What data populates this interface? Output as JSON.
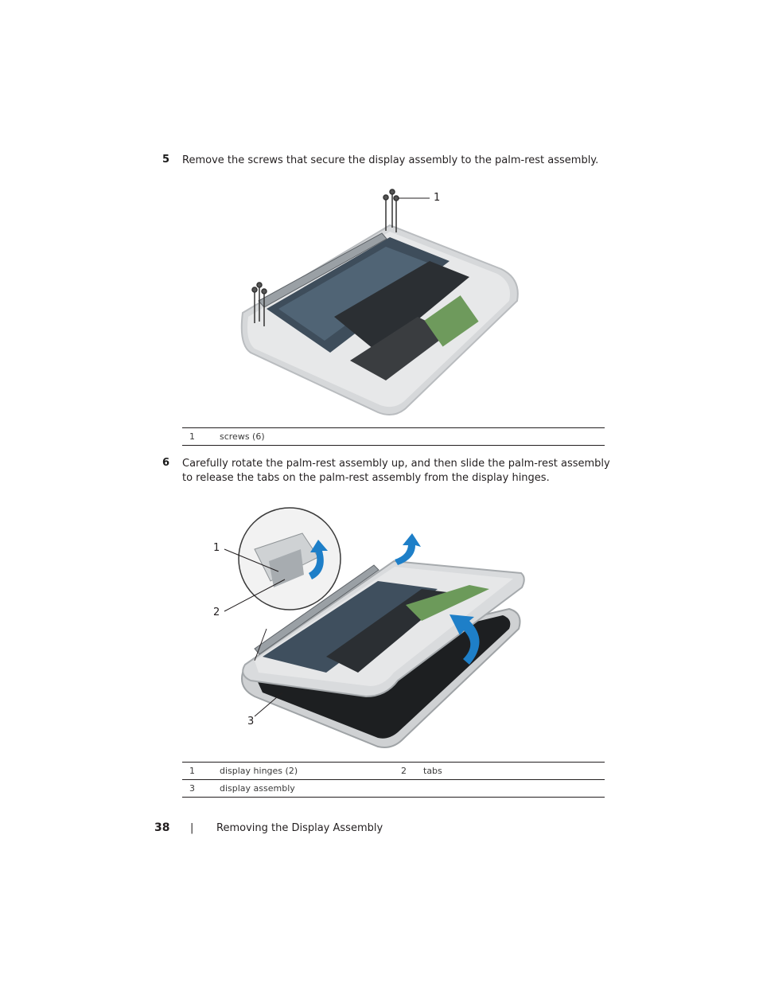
{
  "step5": {
    "number": "5",
    "text": "Remove the screws that secure the display assembly to the palm-rest assembly.",
    "figure_callouts": [
      "1"
    ],
    "legend": [
      {
        "num": "1",
        "label": "screws (6)"
      }
    ]
  },
  "step6": {
    "number": "6",
    "text_line1": "Carefully rotate the palm-rest assembly up, and then slide the palm-rest assembly",
    "text_line2": "to release the tabs on the palm-rest assembly from the display hinges.",
    "figure_callouts": [
      "1",
      "2",
      "3"
    ],
    "legend": [
      {
        "num": "1",
        "label": "display hinges (2)",
        "num2": "2",
        "label2": "tabs"
      },
      {
        "num": "3",
        "label": "display assembly"
      }
    ]
  },
  "footer": {
    "page_number": "38",
    "separator": "|",
    "section": "Removing the Display Assembly"
  },
  "colors": {
    "text": "#231f20",
    "arrow_blue": "#1e7fc8",
    "chassis": "#cfd2d4",
    "board": "#3b4a57"
  }
}
